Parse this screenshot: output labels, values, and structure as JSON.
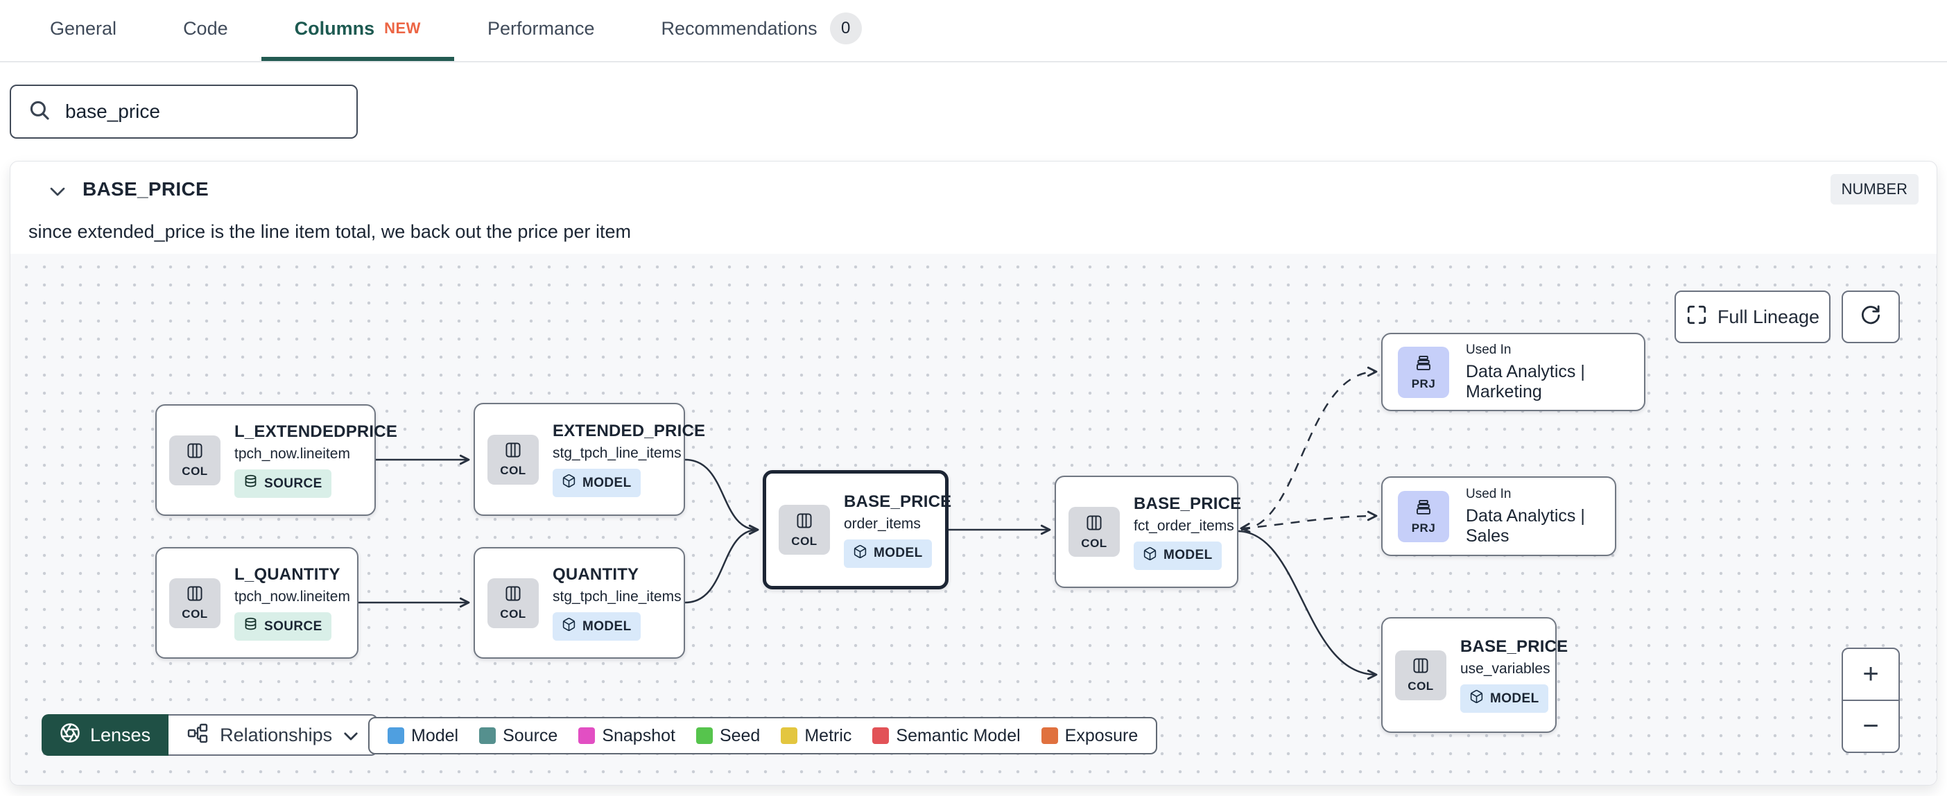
{
  "tabs": {
    "general": "General",
    "code": "Code",
    "columns": "Columns",
    "columns_badge": "NEW",
    "performance": "Performance",
    "recommendations": "Recommendations",
    "recommendations_count": "0"
  },
  "search": {
    "value": "base_price"
  },
  "column": {
    "name": "BASE_PRICE",
    "data_type": "NUMBER",
    "description": "since extended_price is the line item total, we back out the price per item"
  },
  "lineage": {
    "full_lineage_label": "Full Lineage",
    "zoom_in_label": "+",
    "zoom_out_label": "−",
    "lenses_label": "Lenses",
    "relationships_label": "Relationships",
    "nodes": [
      {
        "badge": "COL",
        "title": "L_EXTENDEDPRICE",
        "subtitle": "tpch_now.lineitem",
        "chip": "SOURCE"
      },
      {
        "badge": "COL",
        "title": "EXTENDED_PRICE",
        "subtitle": "stg_tpch_line_items",
        "chip": "MODEL"
      },
      {
        "badge": "COL",
        "title": "L_QUANTITY",
        "subtitle": "tpch_now.lineitem",
        "chip": "SOURCE"
      },
      {
        "badge": "COL",
        "title": "QUANTITY",
        "subtitle": "stg_tpch_line_items",
        "chip": "MODEL"
      },
      {
        "badge": "COL",
        "title": "BASE_PRICE",
        "subtitle": "order_items",
        "chip": "MODEL",
        "selected": true
      },
      {
        "badge": "COL",
        "title": "BASE_PRICE",
        "subtitle": "fct_order_items",
        "chip": "MODEL"
      },
      {
        "badge": "PRJ",
        "eyebrow": "Used In",
        "title": "Data Analytics | Marketing"
      },
      {
        "badge": "PRJ",
        "eyebrow": "Used In",
        "title": "Data Analytics | Sales"
      },
      {
        "badge": "COL",
        "title": "BASE_PRICE",
        "subtitle": "use_variables",
        "chip": "MODEL"
      }
    ],
    "legend": {
      "items": [
        {
          "label": "Model",
          "color": "#4f9fe0"
        },
        {
          "label": "Source",
          "color": "#55908e"
        },
        {
          "label": "Snapshot",
          "color": "#e24fc3"
        },
        {
          "label": "Seed",
          "color": "#56c44d"
        },
        {
          "label": "Metric",
          "color": "#e3c63f"
        },
        {
          "label": "Semantic Model",
          "color": "#e25257"
        },
        {
          "label": "Exposure",
          "color": "#e0713f"
        }
      ]
    }
  },
  "colors": {
    "accent_teal": "#235b52",
    "new_badge": "#ec6544",
    "edge": "#28313f",
    "canvas_bg": "#f7f8fa"
  }
}
